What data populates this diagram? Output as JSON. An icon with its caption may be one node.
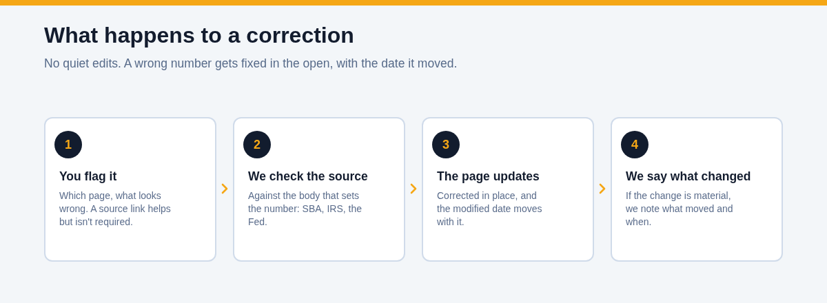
{
  "diagram": {
    "title": "What happens to a correction",
    "nodes": [
      {
        "text": [
          "You flag it",
          "Which page, what looks wrong. A source link helps but isn't required."
        ]
      },
      {
        "text": [
          "1"
        ],
        "in": 0
      },
      {
        "text": [
          "We check the source",
          "Against the body that sets the number: SBA, IRS, the Fed."
        ]
      },
      {
        "text": [
          "2"
        ],
        "in": 2
      },
      {
        "text": [
          "The page updates",
          "Corrected in place, and the modified date moves with it."
        ]
      },
      {
        "text": [
          "3"
        ],
        "in": 4
      },
      {
        "text": [
          "We say what changed",
          "If the change is material, we note what moved and when."
        ]
      },
      {
        "text": [
          "4"
        ],
        "in": 6
      }
    ],
    "edges": [
      {
        "from": 0,
        "to": 2,
        "arrow": "to"
      },
      {
        "from": 2,
        "to": 4,
        "arrow": "to"
      },
      {
        "from": 4,
        "to": 6,
        "arrow": "to"
      }
    ],
    "labels": [
      "No quiet edits. A wrong number gets fixed in the open, with the date it moved."
    ]
  }
}
